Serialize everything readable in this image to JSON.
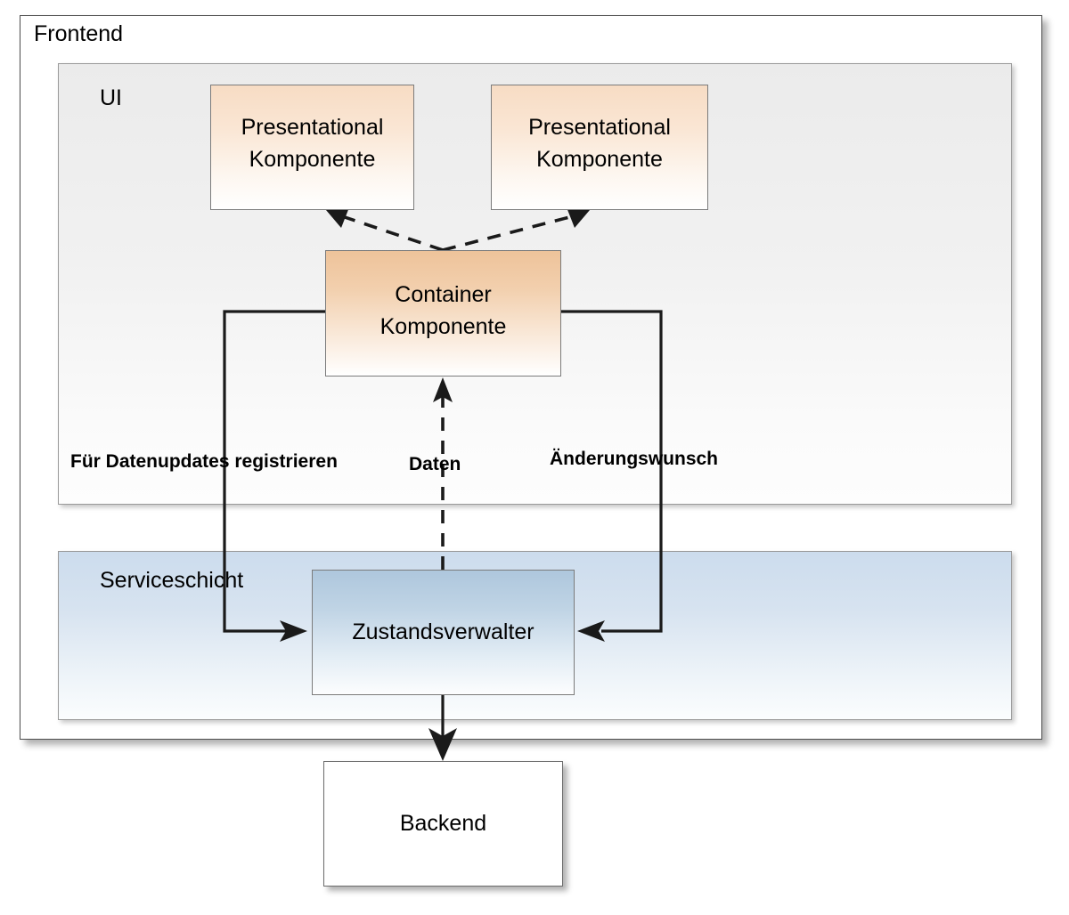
{
  "diagram": {
    "title_frontend": "Frontend",
    "panels": {
      "ui": {
        "title": "UI"
      },
      "service": {
        "title": "Serviceschicht"
      }
    },
    "nodes": {
      "presentational_left": {
        "line1": "Presentational",
        "line2": "Komponente"
      },
      "presentational_right": {
        "line1": "Presentational",
        "line2": "Komponente"
      },
      "container": {
        "line1": "Container",
        "line2": "Komponente"
      },
      "state_manager": {
        "label": "Zustandsverwalter"
      },
      "backend": {
        "label": "Backend"
      }
    },
    "edge_labels": {
      "register": "Für Datenupdates registrieren",
      "data": "Daten",
      "change_request": "Änderungswunsch"
    },
    "colors": {
      "orange_strong": "#eec39a",
      "orange_light": "#f7dcc4",
      "blue_panel": "#ccdced",
      "blue_node": "#aec7dd",
      "ui_panel": "#ebebeb",
      "stroke": "#1a1a1a",
      "border": "#7b7b7b"
    }
  }
}
